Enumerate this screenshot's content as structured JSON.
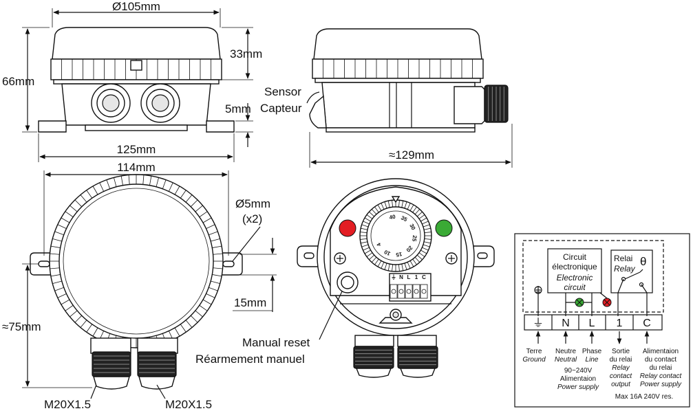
{
  "dimensions": {
    "diameter_105": "Ø105mm",
    "height_66": "66mm",
    "height_33": "33mm",
    "height_5": "5mm",
    "width_125": "125mm",
    "width_129": "≈129mm",
    "width_114": "114mm",
    "hole_5": "Ø5mm",
    "hole_count": "(x2)",
    "height_15": "15mm",
    "height_75": "≈75mm"
  },
  "side_view": {
    "sensor_en": "Sensor",
    "sensor_fr": "Capteur"
  },
  "front_view": {
    "gland_left": "M20X1.5",
    "gland_right": "M20X1.5"
  },
  "open_view": {
    "reset_en": "Manual reset",
    "reset_fr": "Réarmement manuel",
    "dial_numbers": [
      "40",
      "35",
      "30",
      "25",
      "20",
      "15",
      "10",
      "4"
    ],
    "terminal_labels": [
      "⏚",
      "N",
      "L",
      "1",
      "C"
    ],
    "led_left_color": "#e31e24",
    "led_right_color": "#3aaa35"
  },
  "wiring": {
    "circuit_fr1": "Circuit",
    "circuit_fr2": "électronique",
    "circuit_en1": "Electronic",
    "circuit_en2": "circuit",
    "relay_fr": "Relai",
    "relay_en": "Relay",
    "theta": "θ",
    "terminals": [
      "⏚",
      "N",
      "L",
      "1",
      "C"
    ],
    "ground_fr": "Terre",
    "ground_en": "Ground",
    "neutral_fr": "Neutre",
    "neutral_en": "Neutral",
    "phase_fr": "Phase",
    "phase_en": "Line",
    "voltage": "90~240V",
    "supply_fr": "Alimentaion",
    "supply_en": "Power supply",
    "out_fr1": "Sortie",
    "out_fr2": "du relai",
    "out_en1": "Relay",
    "out_en2": "contact",
    "out_en3": "output",
    "feed_fr1": "Alimentaion",
    "feed_fr2": "du contact",
    "feed_fr3": "du relai",
    "feed_en1": "Relay contact",
    "feed_en2": "Power supply",
    "max_rating": "Max 16A 240V res."
  }
}
